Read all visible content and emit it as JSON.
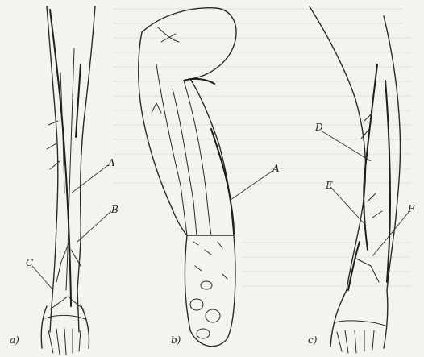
{
  "panels": [
    {
      "id": "a",
      "caption": "a)"
    },
    {
      "id": "b",
      "caption": "b)"
    },
    {
      "id": "c",
      "caption": "c)"
    }
  ],
  "labels": {
    "A1": "A",
    "B": "B",
    "C": "C",
    "A2": "A",
    "D": "D",
    "E": "E",
    "F": "F"
  }
}
